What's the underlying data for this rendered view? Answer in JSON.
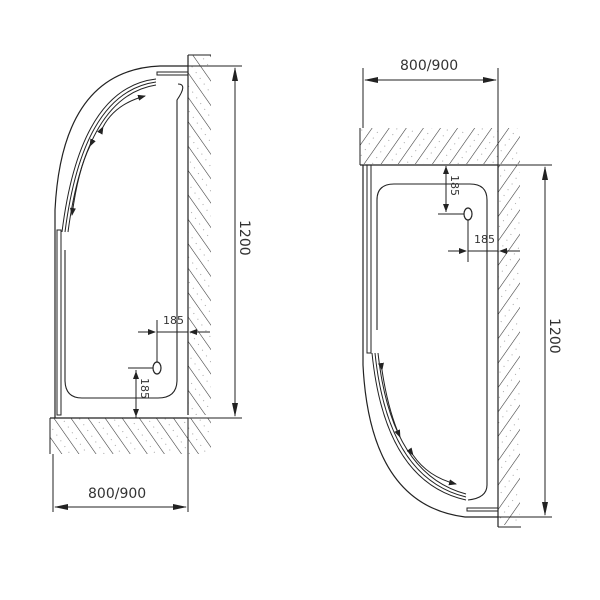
{
  "diagram": {
    "type": "technical-drawing",
    "subject": "quadrant shower enclosure floor plans (left-hand and right-hand)",
    "colors": {
      "line": "#222222",
      "hatch": "#333333",
      "background": "#ffffff"
    }
  },
  "left_plan": {
    "width_label": "800/900",
    "length_label": "1200",
    "drain_offset_x_label": "185",
    "drain_offset_y_label": "185"
  },
  "right_plan": {
    "width_label": "800/900",
    "length_label": "1200",
    "drain_offset_x_label": "185",
    "drain_offset_y_label": "185"
  }
}
